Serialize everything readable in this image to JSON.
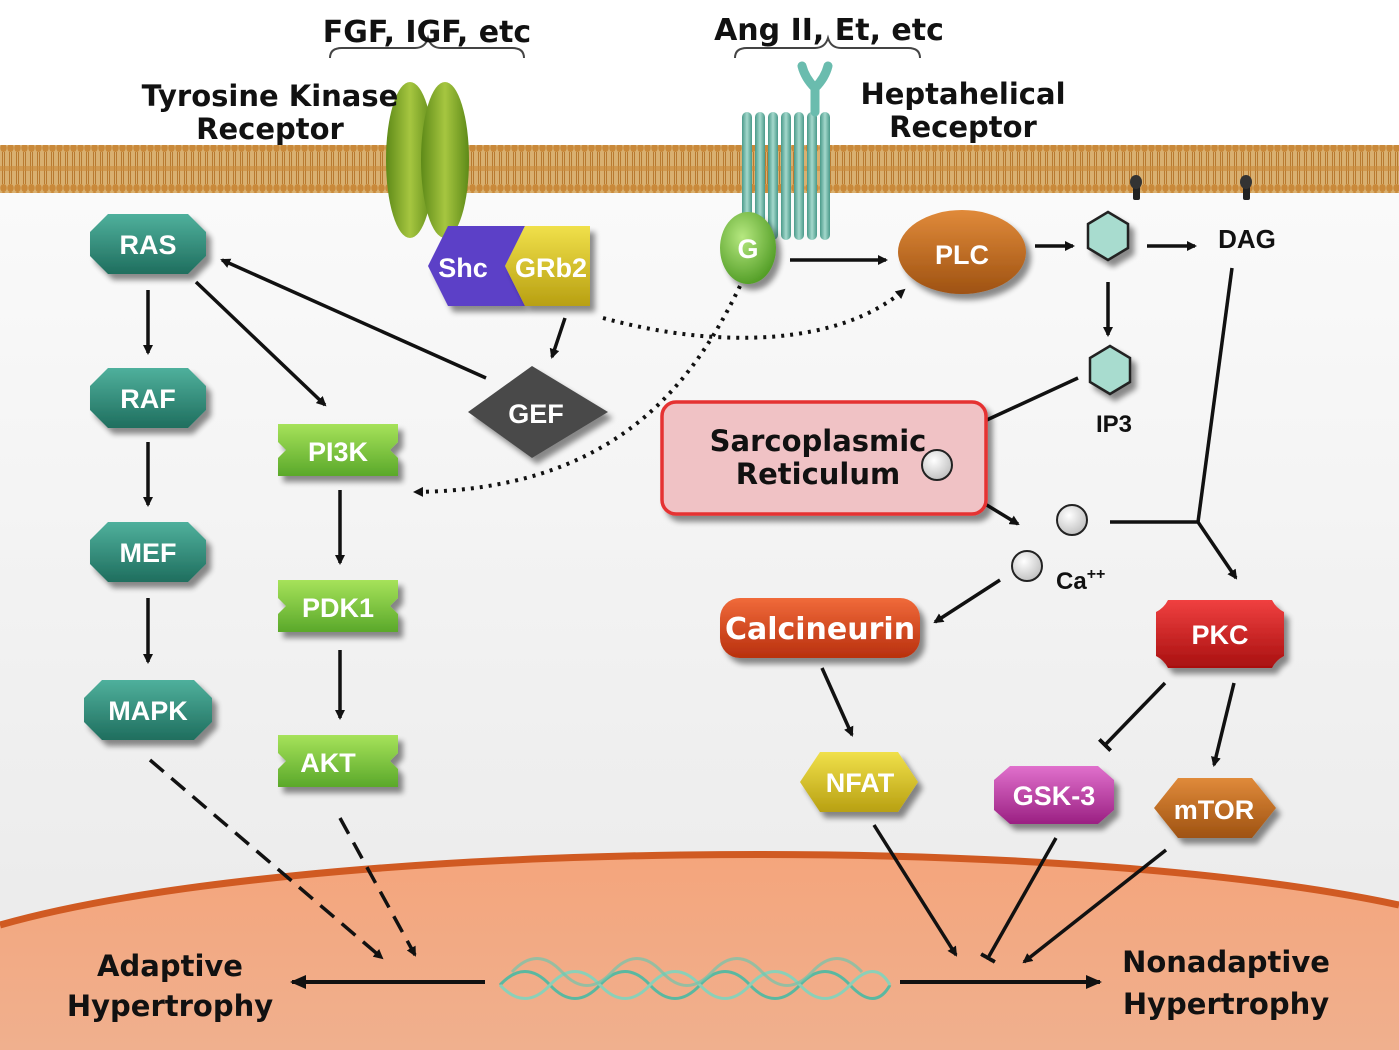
{
  "ligands": {
    "left": "FGF, IGF, etc",
    "right": "Ang II, Et, etc"
  },
  "receptors": {
    "tyrosine_kinase": [
      "Tyrosine Kinase",
      "Receptor"
    ],
    "heptahelical": [
      "Heptahelical",
      "Receptor"
    ]
  },
  "nodes": {
    "ras": "RAS",
    "raf": "RAF",
    "mef": "MEF",
    "mapk": "MAPK",
    "pi3k": "PI3K",
    "pdk1": "PDK1",
    "akt": "AKT",
    "shc": "Shc",
    "grb2": "GRb2",
    "gef": "GEF",
    "g": "G",
    "plc": "PLC",
    "dag": "DAG",
    "ip3": "IP3",
    "sr": [
      "Sarcoplasmic",
      "Reticulum"
    ],
    "ca": "Ca",
    "ca_sup": "++",
    "calcineurin": "Calcineurin",
    "nfat": "NFAT",
    "pkc": "PKC",
    "gsk3": "GSK-3",
    "mtor": "mTOR"
  },
  "outcomes": {
    "adaptive": [
      "Adaptive",
      "Hypertrophy"
    ],
    "nonadaptive": [
      "Nonadaptive",
      "Hypertrophy"
    ]
  },
  "colors": {
    "membrane": "#c98a3a",
    "cytoplasm": "#f3f3f3",
    "nucleus": "#f0a07a",
    "ras_family": "#2e8a78",
    "pi3k_family": "#7bc43a",
    "shc": "#5b3fc7",
    "grb2": "#d6b820",
    "gef": "#4a4a4a",
    "plc": "#c06a18",
    "sr_fill": "#f0c0c4",
    "sr_border": "#e53030",
    "calcineurin": "#d8451a",
    "nfat": "#d9c41a",
    "pkc": "#d41f1f",
    "gsk3": "#c23aa6",
    "mtor": "#c8661a",
    "ip3": "#a8dccf"
  }
}
